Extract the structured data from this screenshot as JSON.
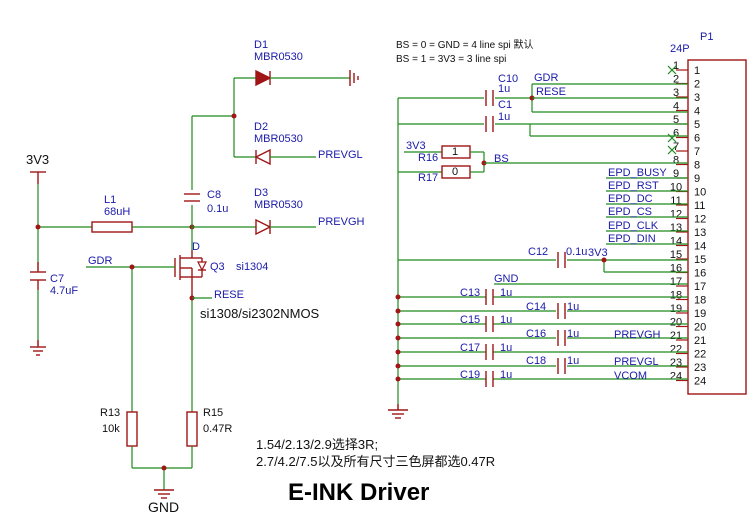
{
  "title": "E-INK Driver",
  "notes": {
    "bs_line1": "BS = 0 = GND = 4 line spi 默认",
    "bs_line2": "BS = 1 = 3V3 = 3 line spi",
    "resistor_note1": "1.54/2.13/2.9选择3R;",
    "resistor_note2": "2.7/4.2/7.5以及所有尺寸三色屏都选0.47R"
  },
  "power": {
    "v33": "3V3",
    "gnd": "GND"
  },
  "components": {
    "d1": {
      "ref": "D1",
      "value": "MBR0530"
    },
    "d2": {
      "ref": "D2",
      "value": "MBR0530"
    },
    "d3": {
      "ref": "D3",
      "value": "MBR0530"
    },
    "l1": {
      "ref": "L1",
      "value": "68uH"
    },
    "c7": {
      "ref": "C7",
      "value": "4.7uF"
    },
    "c8": {
      "ref": "C8",
      "value": "0.1u"
    },
    "q3": {
      "ref": "Q3",
      "value": "si1304",
      "alt": "si1308/si2302NMOS",
      "pin_d": "D"
    },
    "r13": {
      "ref": "R13",
      "value": "10k"
    },
    "r15": {
      "ref": "R15",
      "value": "0.47R"
    },
    "r16": {
      "ref": "R16",
      "value": "1"
    },
    "r17": {
      "ref": "R17",
      "value": "0"
    },
    "c10": {
      "ref": "C10",
      "value": "1u"
    },
    "c1": {
      "ref": "C1",
      "value": "1u"
    },
    "c12": {
      "ref": "C12",
      "value": "0.1u"
    },
    "c13": {
      "ref": "C13",
      "value": "1u"
    },
    "c14": {
      "ref": "C14",
      "value": "1u"
    },
    "c15": {
      "ref": "C15",
      "value": "1u"
    },
    "c16": {
      "ref": "C16",
      "value": "1u"
    },
    "c17": {
      "ref": "C17",
      "value": "1u"
    },
    "c18": {
      "ref": "C18",
      "value": "1u"
    },
    "c19": {
      "ref": "C19",
      "value": "1u"
    },
    "p1": {
      "ref": "P1",
      "value": "24P"
    }
  },
  "nets": {
    "prevgl": "PREVGL",
    "prevgh": "PREVGH",
    "gdr": "GDR",
    "rese": "RESE",
    "bs": "BS",
    "v33": "3V3",
    "gnd": "GND",
    "vcom": "VCOM",
    "epd_busy": "EPD_BUSY",
    "epd_rst": "EPD_RST",
    "epd_dc": "EPD_DC",
    "epd_cs": "EPD_CS",
    "epd_clk": "EPD_CLK",
    "epd_din": "EPD_DIN"
  },
  "connector_pins": [
    "1",
    "2",
    "3",
    "4",
    "5",
    "6",
    "7",
    "8",
    "9",
    "10",
    "11",
    "12",
    "13",
    "14",
    "15",
    "16",
    "17",
    "18",
    "19",
    "20",
    "21",
    "22",
    "23",
    "24"
  ]
}
